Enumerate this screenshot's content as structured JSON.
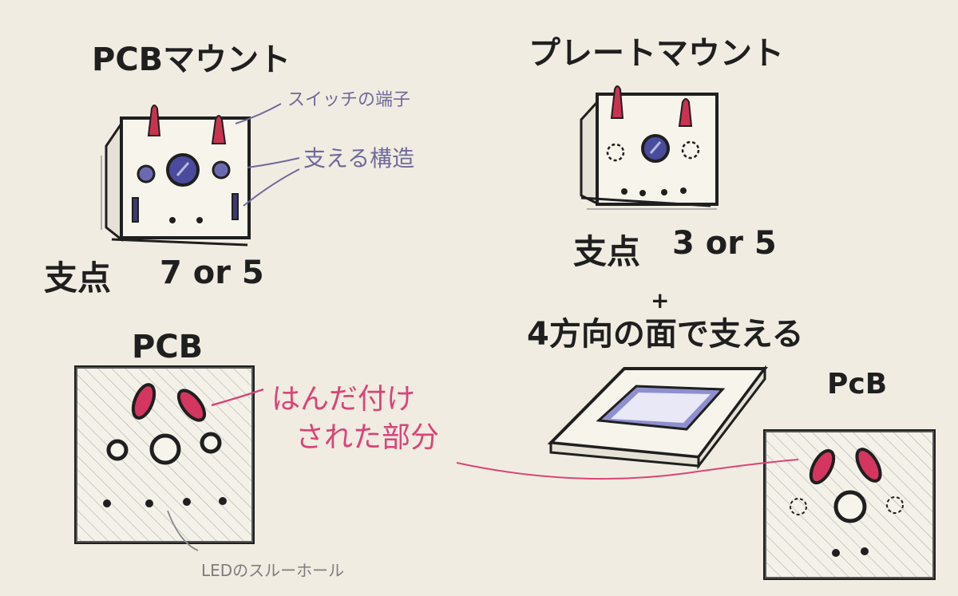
{
  "pcb_mount": {
    "title": "PCBマウント",
    "annotation_terminals": "スイッチの端子",
    "annotation_support": "支える構造",
    "fulcrum_label": "支点",
    "fulcrum_count": "7 or 5"
  },
  "plate_mount": {
    "title": "プレートマウント",
    "fulcrum_label": "支点",
    "fulcrum_count": "3 or 5",
    "plus": "+",
    "four_sides": "4方向の面で支える"
  },
  "pcb_left": {
    "title": "PCB",
    "soldered_line1": "はんだ付け",
    "soldered_line2": "された部分",
    "led_through_hole": "LEDのスルーホール"
  },
  "pcb_right": {
    "title": "PcB"
  },
  "colors": {
    "paper": "#f1ece2",
    "ink": "#1f1f1f",
    "solder_pink": "#d94477",
    "annotation_purple": "#6f6a99",
    "pin_red": "#c9334f",
    "lens_blue": "#4a4b9c"
  }
}
